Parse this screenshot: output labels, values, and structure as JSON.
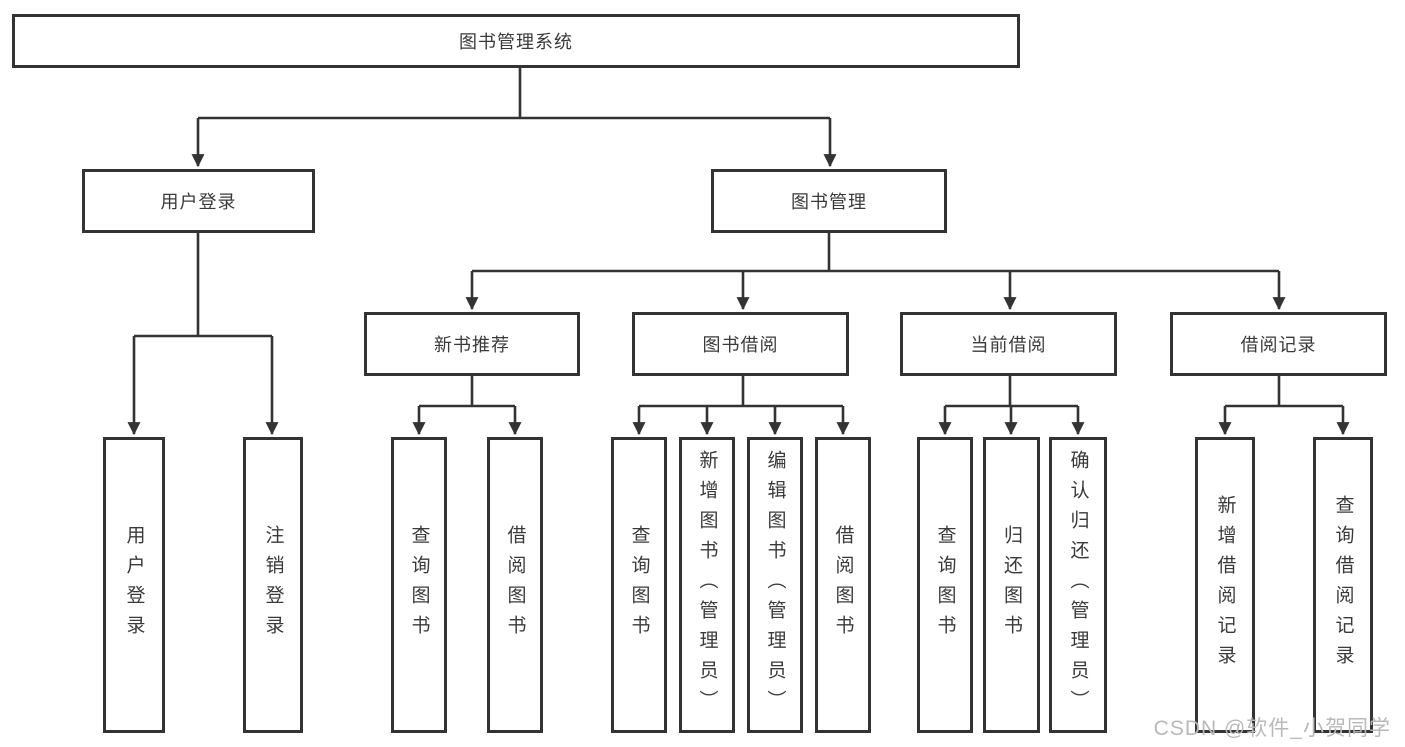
{
  "diagram": {
    "title": "图书管理系统",
    "nodes": {
      "root": "图书管理系统",
      "user_login": "用户登录",
      "book_mgmt": "图书管理",
      "new_books": "新书推荐",
      "book_borrow": "图书借阅",
      "current_borrow": "当前借阅",
      "borrow_records": "借阅记录",
      "leaf_user_login": "用户登录",
      "leaf_logout": "注销登录",
      "leaf_nb_query_books": "查询图书",
      "leaf_nb_borrow_books": "借阅图书",
      "leaf_bb_query_books": "查询图书",
      "leaf_bb_add_books": "新增图书（管理员）",
      "leaf_bb_edit_books": "编辑图书（管理员）",
      "leaf_bb_borrow_books": "借阅图书",
      "leaf_cb_query_books": "查询图书",
      "leaf_cb_return_books": "归还图书",
      "leaf_cb_confirm_return": "确认归还（管理员）",
      "leaf_br_add_record": "新增借阅记录",
      "leaf_br_query_record": "查询借阅记录"
    },
    "hierarchy": {
      "图书管理系统": {
        "用户登录": [
          "用户登录",
          "注销登录"
        ],
        "图书管理": {
          "新书推荐": [
            "查询图书",
            "借阅图书"
          ],
          "图书借阅": [
            "查询图书",
            "新增图书（管理员）",
            "编辑图书（管理员）",
            "借阅图书"
          ],
          "当前借阅": [
            "查询图书",
            "归还图书",
            "确认归还（管理员）"
          ],
          "借阅记录": [
            "新增借阅记录",
            "查询借阅记录"
          ]
        }
      }
    },
    "colors": {
      "line": "#333333",
      "text": "#3a3a3a",
      "box_background": "#ffffff",
      "watermark": "#b9b9b9"
    }
  },
  "watermark": "CSDN @软件_小贺同学"
}
